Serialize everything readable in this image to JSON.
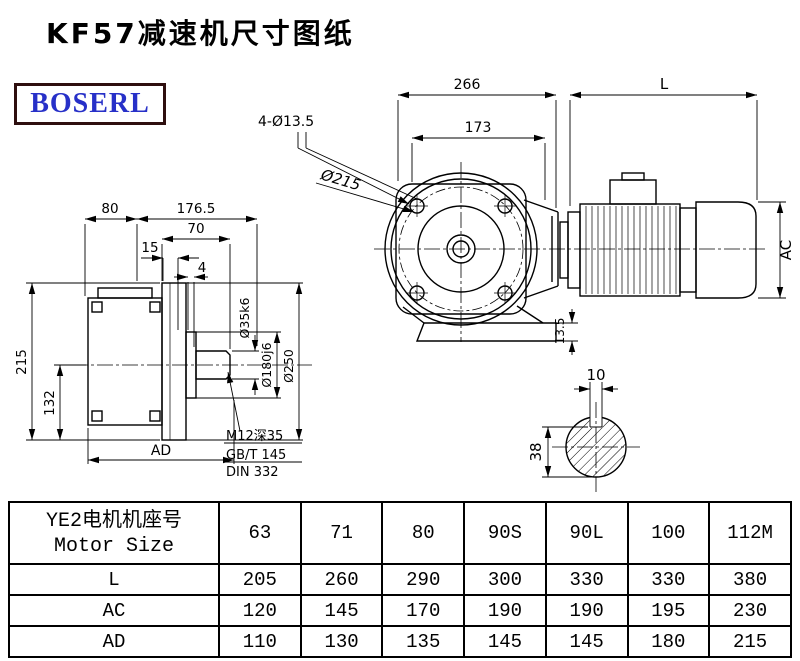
{
  "page": {
    "title": "KF57减速机尺寸图纸"
  },
  "logo": {
    "text": "BOSERL",
    "color": "#2730c8",
    "border_color": "#2e0f0f"
  },
  "drawing": {
    "front": {
      "dim_width_total": "266",
      "dim_motor_length": "L",
      "dim_flange_width": "173",
      "dim_holes": "4-Ø13.5",
      "dim_bolt_circle": "Ø215",
      "dim_foot": "13.5",
      "dim_motor_height": "AC"
    },
    "side": {
      "dim_80": "80",
      "dim_176_5": "176.5",
      "dim_70": "70",
      "dim_15": "15",
      "dim_4": "4",
      "dim_height": "215",
      "dim_center_height": "132",
      "dim_ad": "AD",
      "dia_shaft": "Ø35k6",
      "dia_spigot": "Ø180j6",
      "dia_flange": "Ø250",
      "note_tap": "M12深35",
      "note_std1": "GB/T 145",
      "note_std2": "DIN 332"
    },
    "section": {
      "dim_key_width": "10",
      "dim_key_depth": "38"
    }
  },
  "table": {
    "row_header_cn": "YE2电机机座号",
    "row_header_en": "Motor Size",
    "frame_sizes": [
      "63",
      "71",
      "80",
      "90S",
      "90L",
      "100",
      "112M"
    ],
    "rows": [
      {
        "label": "L",
        "values": [
          "205",
          "260",
          "290",
          "300",
          "330",
          "330",
          "380"
        ]
      },
      {
        "label": "AC",
        "values": [
          "120",
          "145",
          "170",
          "190",
          "190",
          "195",
          "230"
        ]
      },
      {
        "label": "AD",
        "values": [
          "110",
          "130",
          "135",
          "145",
          "145",
          "180",
          "215"
        ]
      }
    ]
  }
}
